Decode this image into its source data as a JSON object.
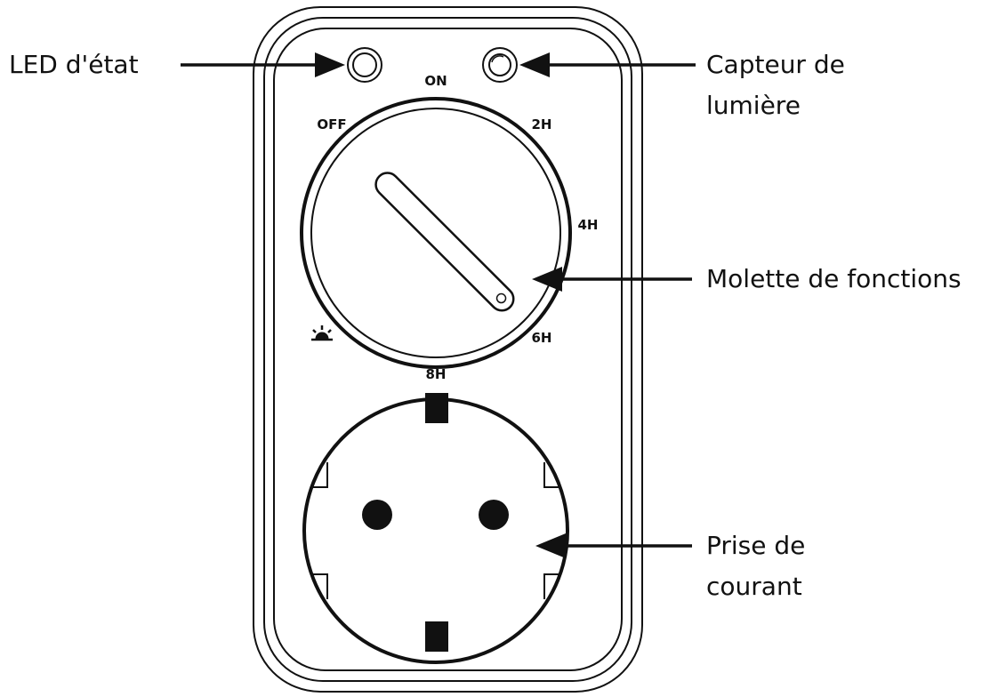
{
  "labels": {
    "led": "LED d'état",
    "sensor_line1": "Capteur de",
    "sensor_line2": "lumière",
    "dial": "Molette de fonctions",
    "socket_line1": "Prise de",
    "socket_line2": "courant"
  },
  "dial_marks": {
    "on": "ON",
    "off": "OFF",
    "h2": "2H",
    "h4": "4H",
    "h6": "6H",
    "h8": "8H"
  },
  "icons": {
    "dusk_mode": "dusk-sun-icon"
  },
  "colors": {
    "line": "#111111",
    "background": "#ffffff"
  }
}
